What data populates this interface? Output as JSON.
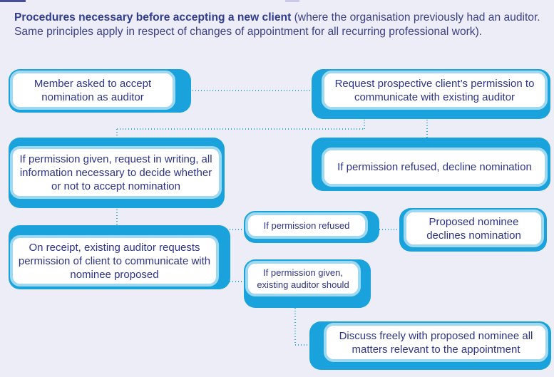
{
  "intro": {
    "bold": "Procedures necessary before accepting a new client",
    "rest": " (where the organisation previously had an auditor. Same principles apply in respect of changes of appointment for all recurring professional work)."
  },
  "nodes": {
    "member_asked": "Member asked to accept nomination as auditor",
    "request_permission": "Request prospective client’s permission to communicate with existing auditor",
    "permission_given_request": "If permission given, request in writing, all information necessary to decide whether or not to accept nomination",
    "permission_refused_decline": "If permission refused, decline nomination",
    "on_receipt": "On receipt, existing auditor requests permission of client to communicate with nominee proposed",
    "if_permission_refused": "If permission refused",
    "nominee_declines": "Proposed nominee declines nomination",
    "if_permission_given_should": "If permission given, existing auditor should",
    "discuss_freely": "Discuss freely with proposed nominee all matters relevant to the appointment"
  },
  "colors": {
    "accent": "#1aa2dc",
    "border": "#9fd8f1",
    "text": "#2d3488",
    "connector": "#35a8dd",
    "background": "#ededf7"
  }
}
